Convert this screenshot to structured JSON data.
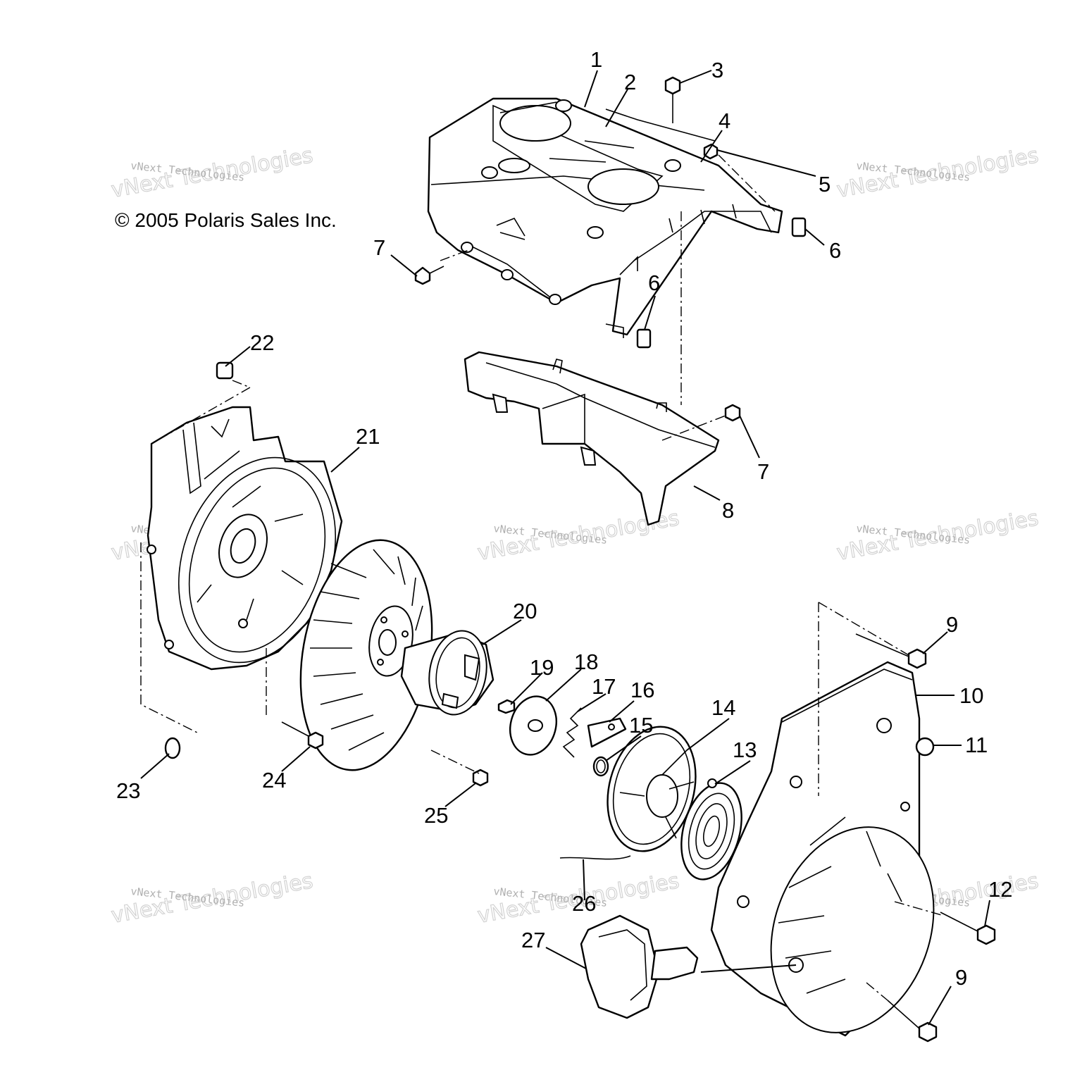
{
  "copyright": "© 2005 Polaris Sales Inc.",
  "watermark": {
    "big": "vNext Technologies",
    "small": "vNext Technologies"
  },
  "callouts": {
    "c1": "1",
    "c2": "2",
    "c3": "3",
    "c4": "4",
    "c5": "5",
    "c6a": "6",
    "c6b": "6",
    "c7a": "7",
    "c7b": "7",
    "c8": "8",
    "c9a": "9",
    "c9b": "9",
    "c10": "10",
    "c11": "11",
    "c12": "12",
    "c13": "13",
    "c14": "14",
    "c15": "15",
    "c16": "16",
    "c17": "17",
    "c18": "18",
    "c19": "19",
    "c20": "20",
    "c21": "21",
    "c22": "22",
    "c23": "23",
    "c24": "24",
    "c25": "25",
    "c26": "26",
    "c27": "27"
  }
}
